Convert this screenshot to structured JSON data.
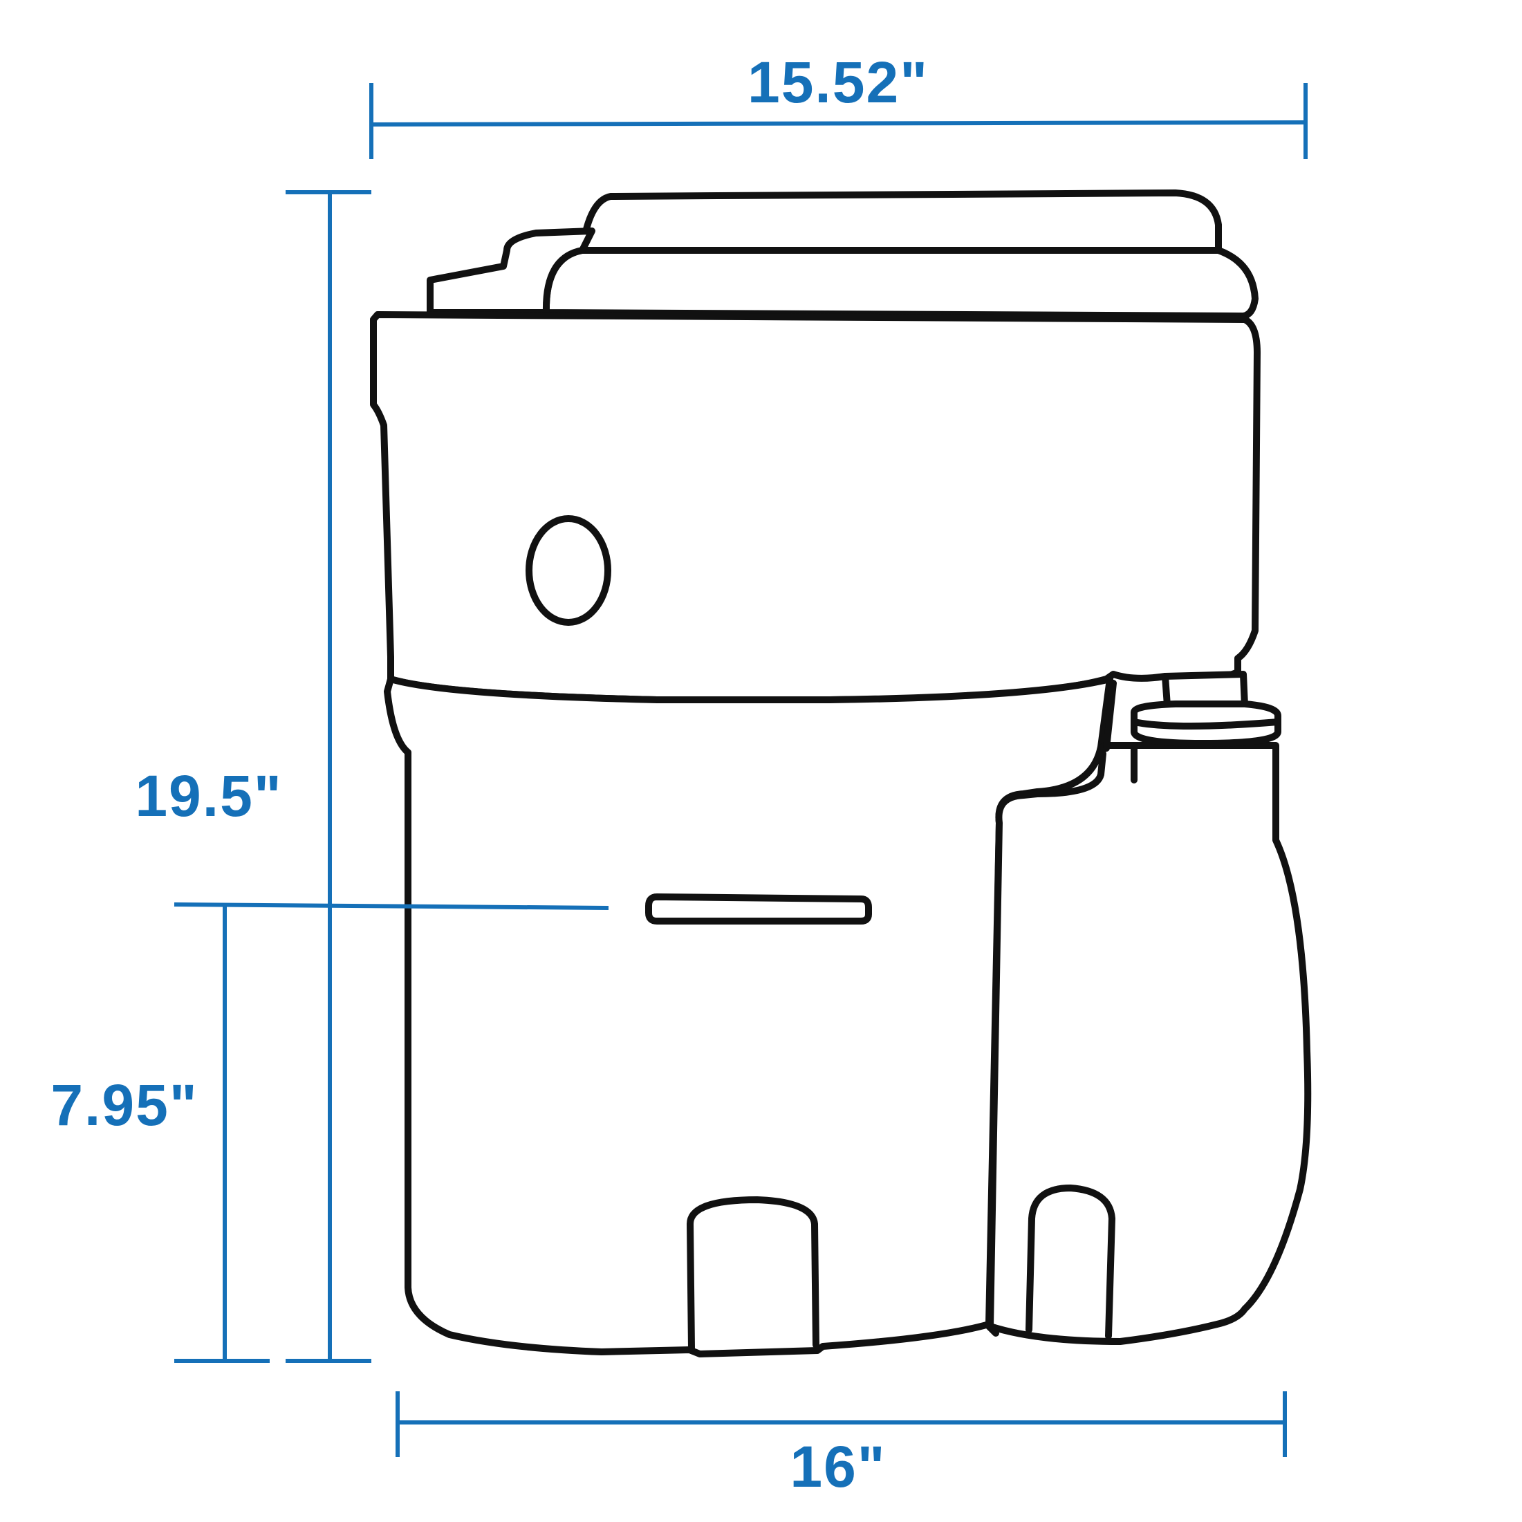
{
  "colors": {
    "dimension": "#1570b8",
    "outline": "#111111",
    "background": "#ffffff"
  },
  "dimensions": {
    "top_width": "15.52\"",
    "total_height": "19.5\"",
    "lower_height": "7.95\"",
    "bottom_width": "16\""
  }
}
